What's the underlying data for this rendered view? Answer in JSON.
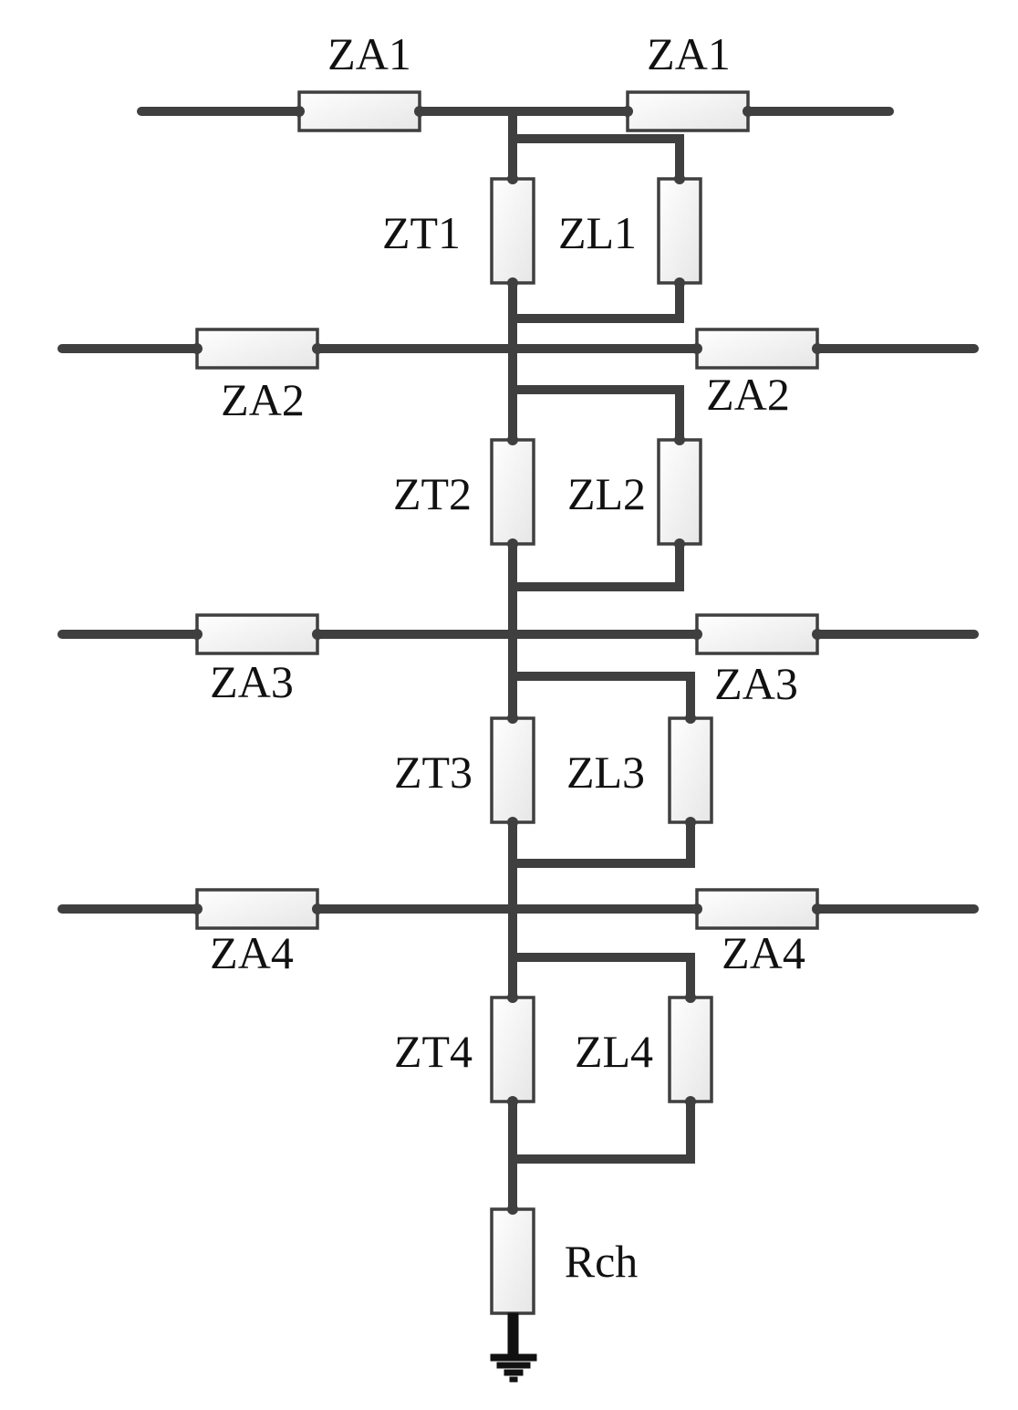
{
  "diagram": {
    "type": "circuit-schematic",
    "colors": {
      "wire": "#3f3f3f",
      "text": "#111111",
      "resistor_fill": "#f2f2f2"
    },
    "top_span": {
      "left_label": "ZA1",
      "right_label": "ZA1"
    },
    "sections": [
      {
        "tower_label": "ZT1",
        "loop_label": "ZL1"
      },
      {
        "tower_label": "ZT2",
        "loop_label": "ZL2",
        "span_left_label": "ZA2",
        "span_right_label": "ZA2"
      },
      {
        "tower_label": "ZT3",
        "loop_label": "ZL3",
        "span_left_label": "ZA3",
        "span_right_label": "ZA3"
      },
      {
        "tower_label": "ZT4",
        "loop_label": "ZL4",
        "span_left_label": "ZA4",
        "span_right_label": "ZA4"
      }
    ],
    "ground_resistor_label": "Rch",
    "ground_icon": "ground-symbol-icon"
  }
}
